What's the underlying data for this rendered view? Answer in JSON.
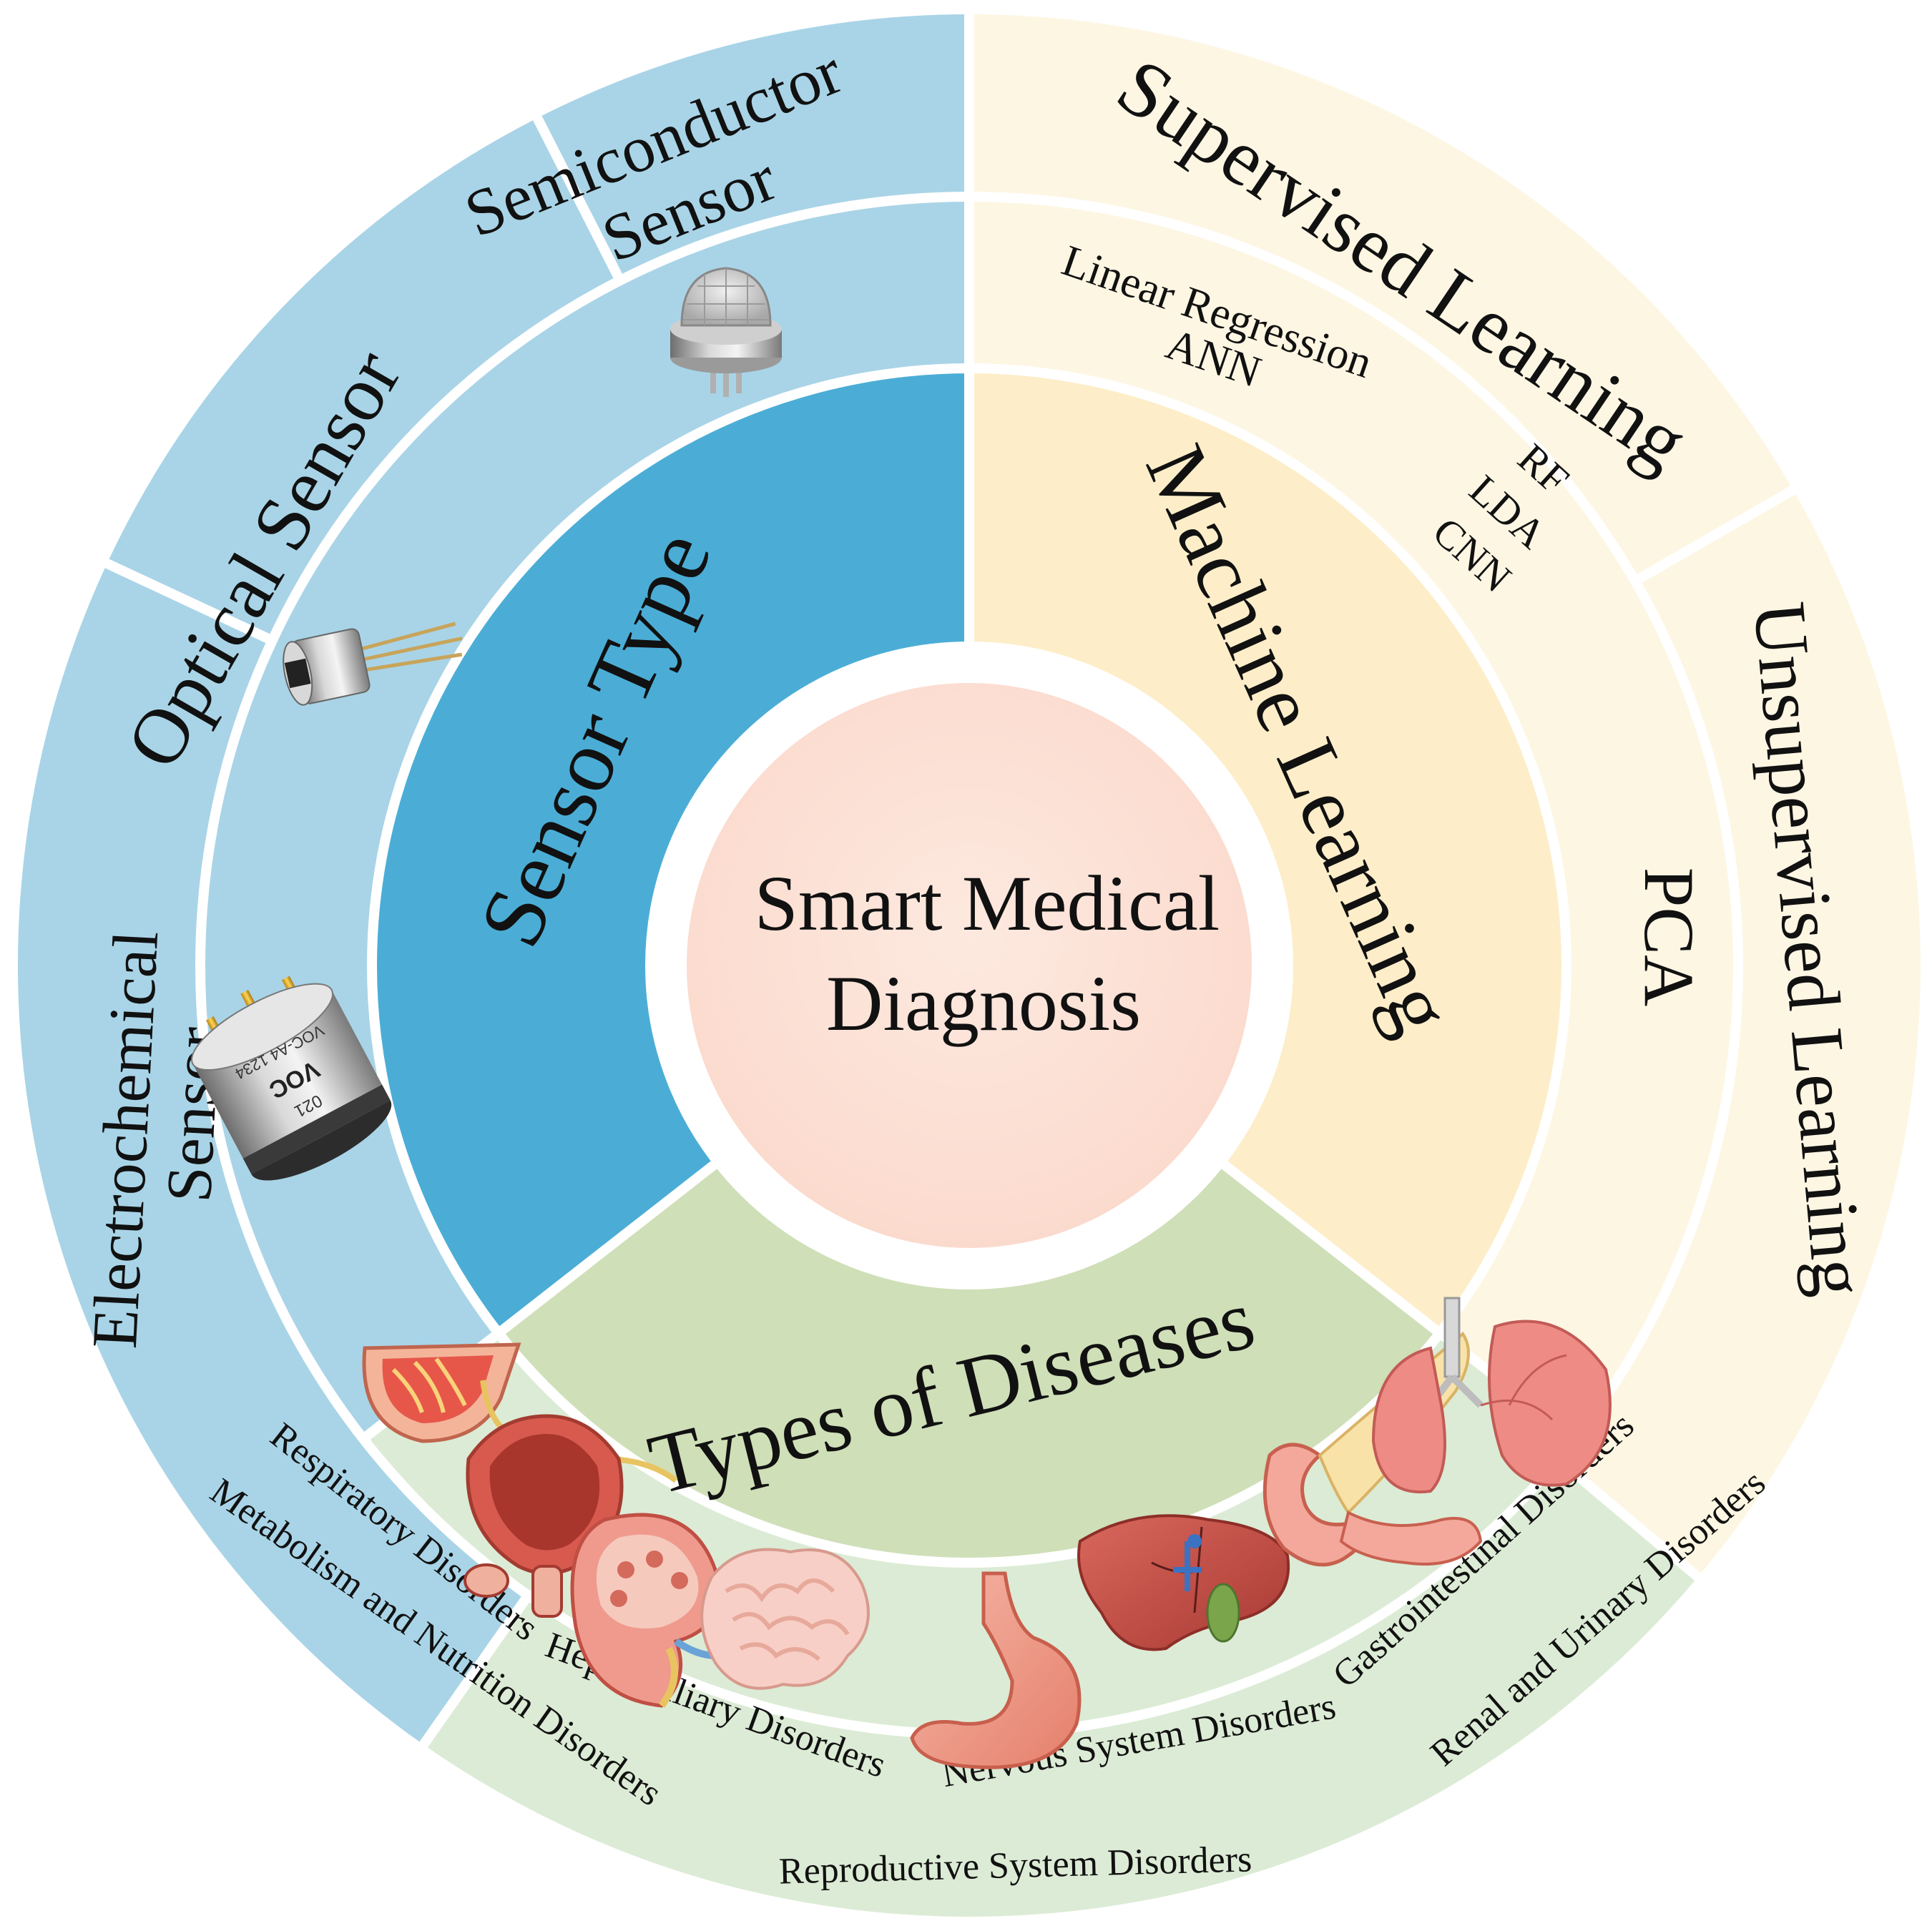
{
  "center": {
    "title_line1": "Smart Medical",
    "title_line2": "Diagnosis"
  },
  "inner_ring": {
    "sensor": "Sensor Type",
    "ml": "Machine Learning",
    "disease": "Types of Diseases"
  },
  "outer_ring": {
    "semiconductor_line1": "Semiconductor",
    "semiconductor_line2": "Sensor",
    "optical": "Optical Sensor",
    "electrochemical_line1": "Electrochemical",
    "electrochemical_line2": "Sensor",
    "supervised": "Supervised Learning",
    "unsupervised": "Unsupervised Learning"
  },
  "algorithms": {
    "linear_regression": "Linear Regression",
    "ann": "ANN",
    "rf": "RF",
    "lda": "LDA",
    "cnn": "CNN",
    "pca": "PCA"
  },
  "diseases": {
    "respiratory": "Respiratory Disorders",
    "metabolism": "Metabolism and Nutrition Disorders",
    "hepatobiliary": "Hepatobiliary Disorders",
    "nervous": "Nervous System Disorders",
    "gastrointestinal": "Gastrointestinal Disorders",
    "renal": "Renal and Urinary Disorders",
    "reproductive": "Reproductive System Disorders"
  },
  "sensor_chip_text": {
    "line1": "VOC",
    "line2": "VOC-A4 1234",
    "line3": "021"
  },
  "colors": {
    "sensor_inner": "#4badd6",
    "sensor_outer": "#a9d4e7",
    "ml_inner": "#fdeec9",
    "ml_outer": "#fdf6e3",
    "disease_inner": "#cfdfb8",
    "disease_outer": "#dcebd5",
    "center": "#fde1d5"
  }
}
